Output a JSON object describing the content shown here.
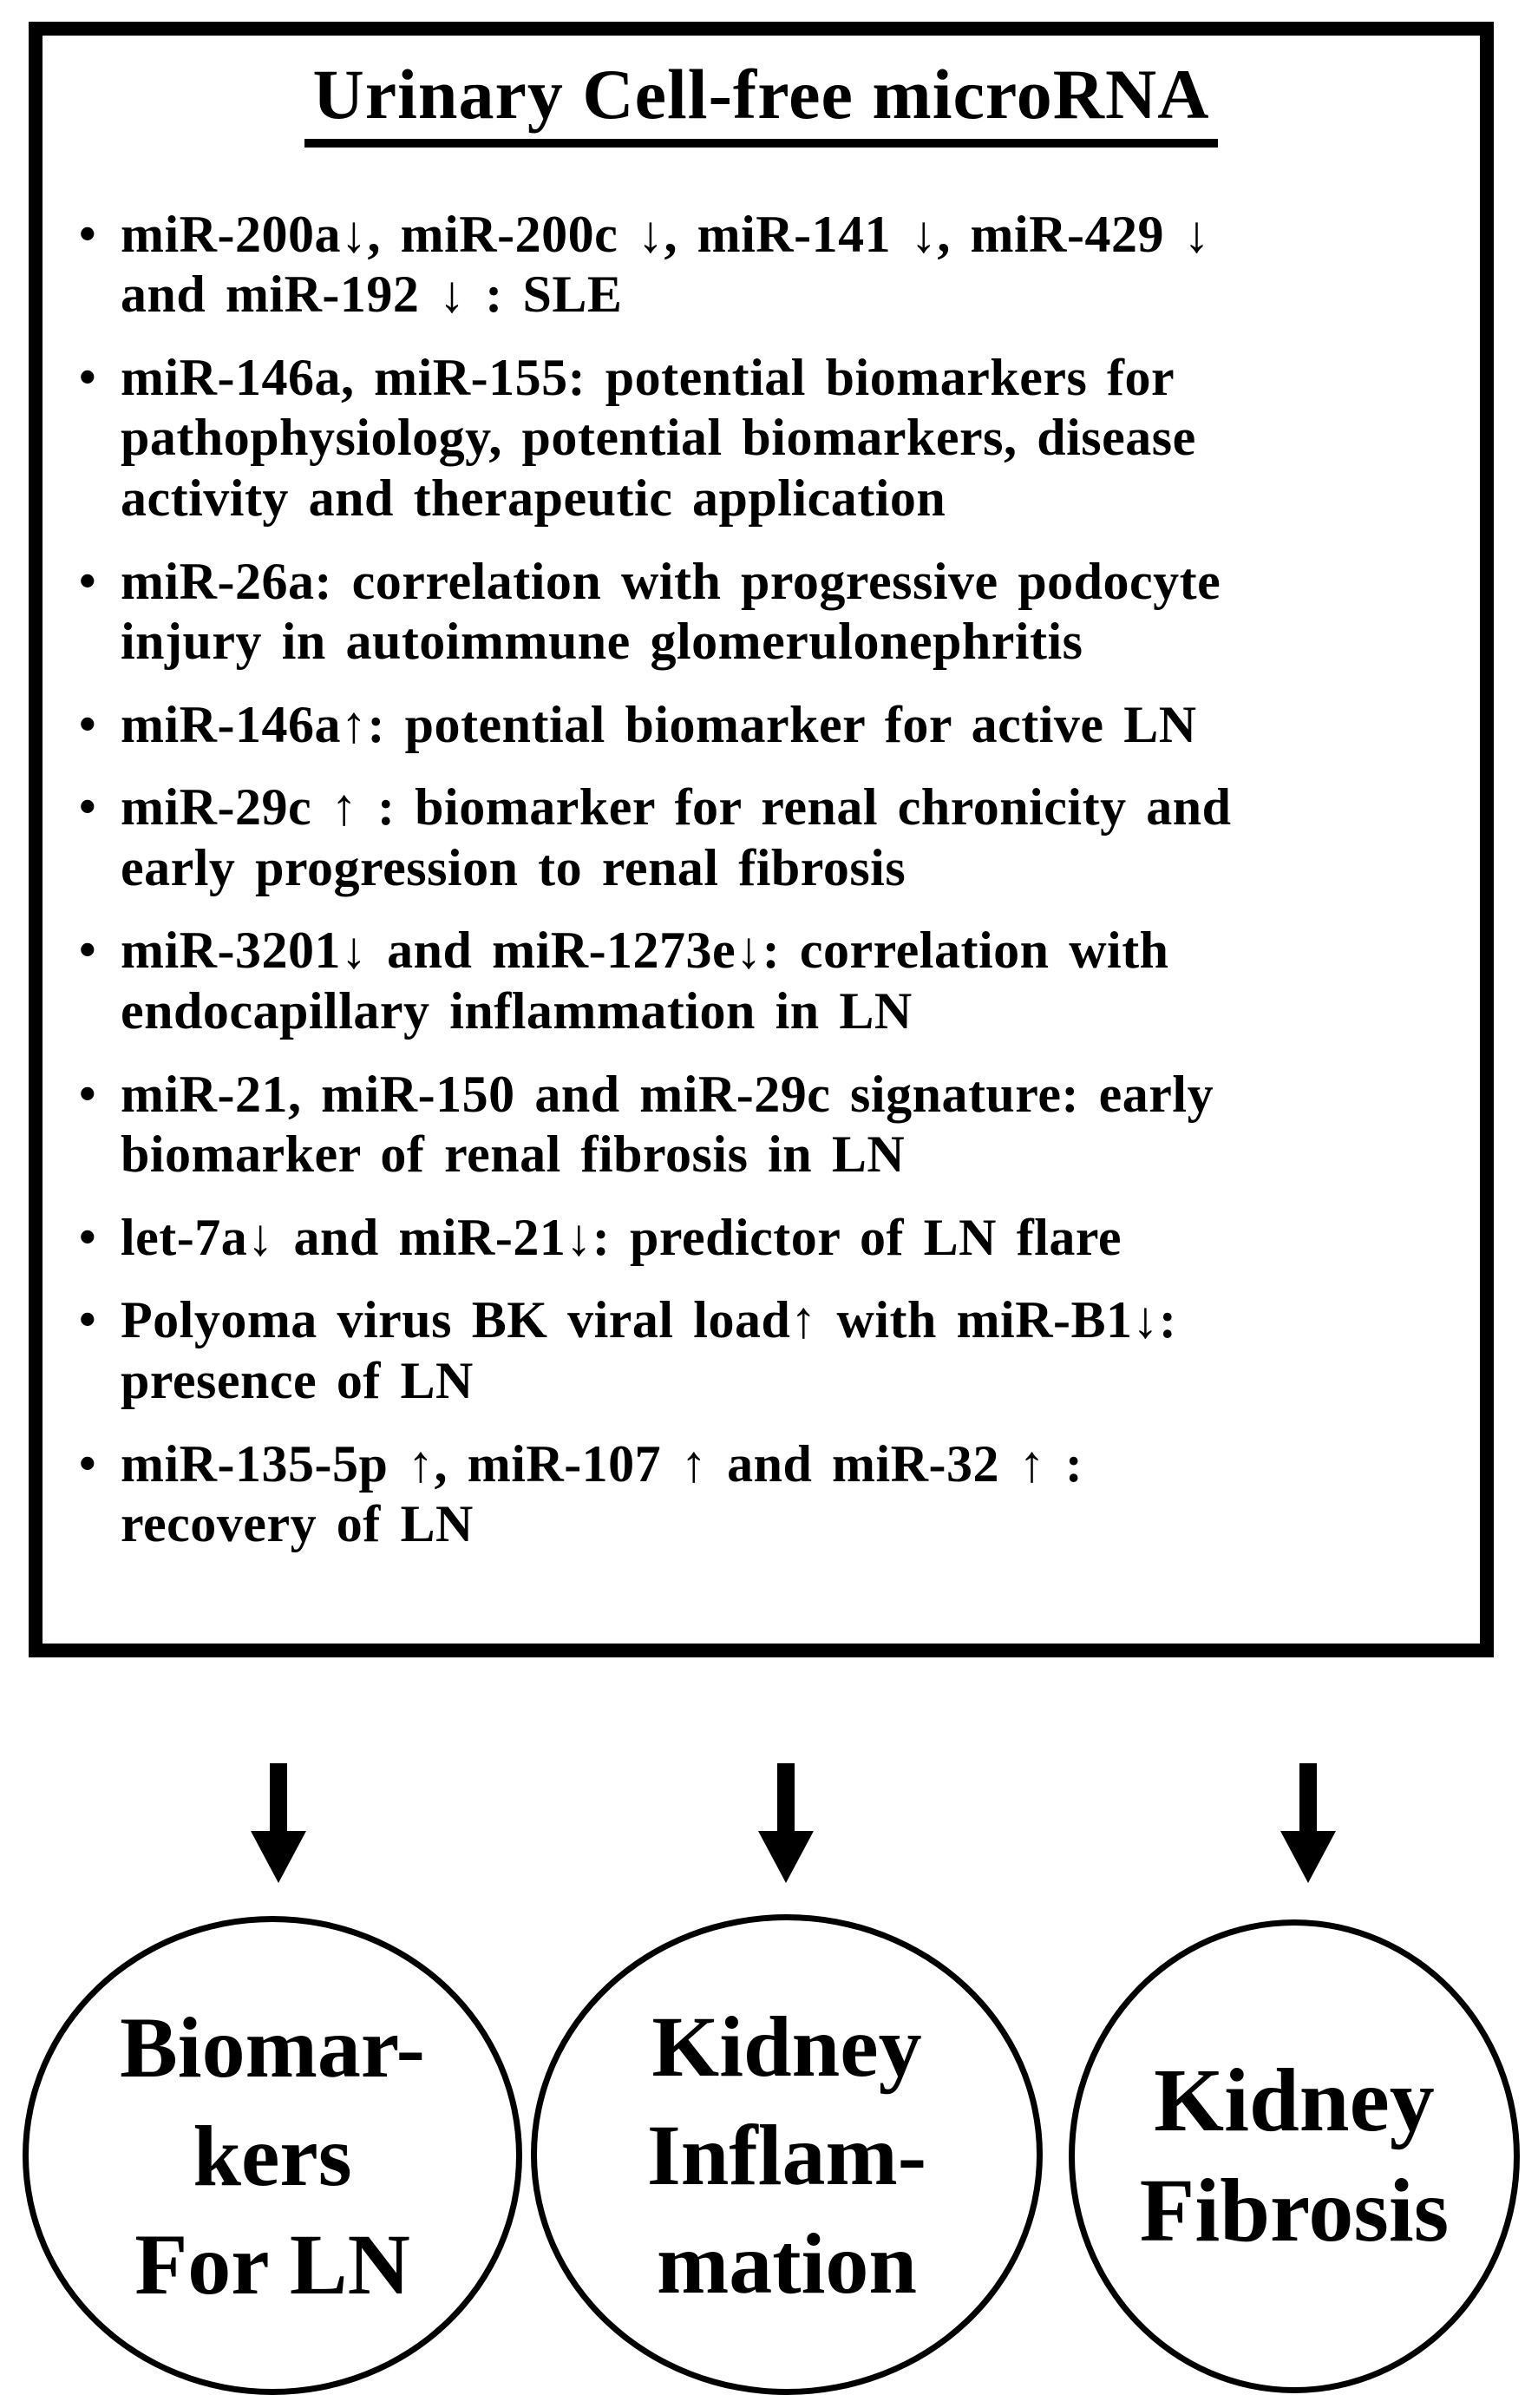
{
  "figure": {
    "colors": {
      "ink": "#000000",
      "background": "#ffffff"
    },
    "bullet_marker": "•",
    "box": {
      "title": "Urinary Cell-free microRNA",
      "bullets": [
        "miR-200a↓, miR-200c ↓, miR-141 ↓, miR-429 ↓\nand miR-192 ↓ : SLE",
        "miR-146a, miR-155: potential biomarkers for\npathophysiology, potential biomarkers, disease\nactivity and therapeutic application",
        "miR-26a: correlation with progressive podocyte\ninjury in autoimmune glomerulonephritis",
        "miR-146a↑: potential biomarker for active LN",
        "miR-29c ↑ : biomarker for renal chronicity and\nearly progression to renal fibrosis",
        "miR-3201↓ and miR-1273e↓: correlation with\nendocapillary inflammation in LN",
        "miR-21, miR-150 and miR-29c signature: early\nbiomarker of renal fibrosis in LN",
        "let-7a↓ and miR-21↓: predictor of LN flare",
        "Polyoma virus BK viral load↑ with miR-B1↓:\npresence of LN",
        "miR-135-5p ↑, miR-107 ↑ and miR-32 ↑ :\nrecovery of LN"
      ]
    },
    "circles": [
      {
        "label": "Biomar-\nkers\nFor LN"
      },
      {
        "label": "Kidney\nInflam-\nmation"
      },
      {
        "label": "Kidney\nFibrosis"
      }
    ]
  }
}
